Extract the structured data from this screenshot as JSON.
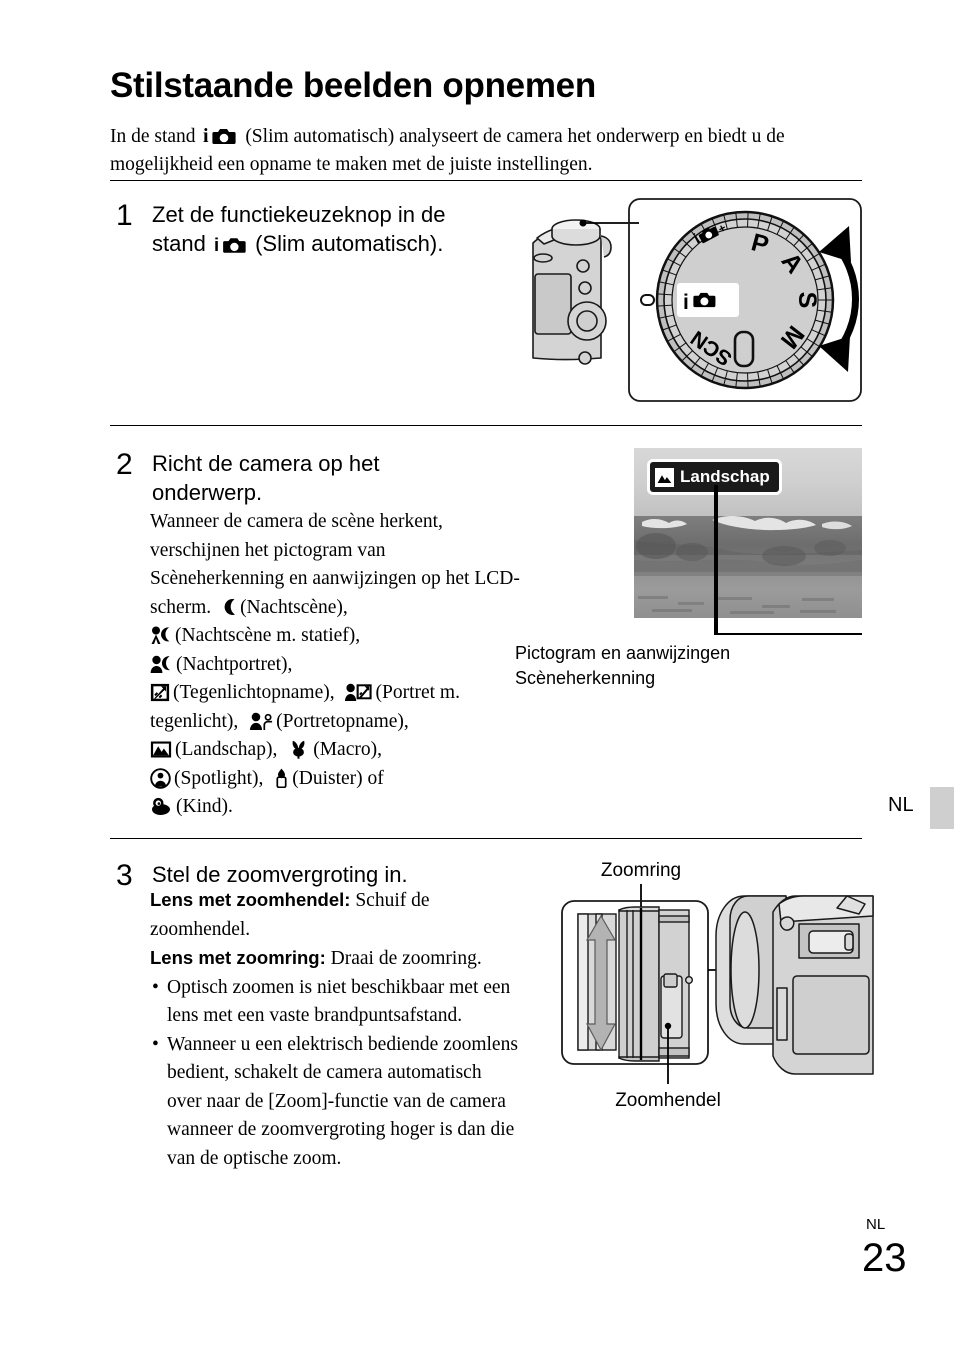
{
  "document": {
    "language_tab": "NL",
    "folio_language": "NL",
    "page_number": "23"
  },
  "heading": {
    "title": "Stilstaande beelden opnemen",
    "intro_before_icon": "In de stand",
    "intro_icon": "intelligent-auto-icon",
    "intro_after_icon": "(Slim automatisch) analyseert de camera het onderwerp en biedt u de mogelijkheid een opname te maken met de juiste instellingen."
  },
  "steps": [
    {
      "number": "1",
      "heading_line1": "Zet de functiekeuzeknop in de",
      "heading_line2_before": "stand",
      "heading_icon": "intelligent-auto-icon",
      "heading_line2_after": "(Slim automatisch).",
      "figure": {
        "name": "mode-dial-figure",
        "dial_labels": [
          "P",
          "A",
          "S",
          "M",
          "panorama",
          "SCN",
          "iA+",
          "iA"
        ],
        "selected_mode": "iA"
      }
    },
    {
      "number": "2",
      "heading_line1": "Richt de camera op het",
      "heading_line2": "onderwerp.",
      "body": "Wanneer de camera de scène herkent, verschijnen het pictogram van Scèneherkenning en aanwijzingen op het LCD-scherm.",
      "scene_modes": [
        {
          "icon": "night-scene-icon",
          "label": "(Nachtscène),"
        },
        {
          "icon": "night-scene-tripod-icon",
          "label": "(Nachtscène m. statief),"
        },
        {
          "icon": "night-portrait-icon",
          "label": "(Nachtportret),"
        },
        {
          "icon": "backlight-icon",
          "label": "(Tegenlichtopname),"
        },
        {
          "icon": "backlight-portrait-icon",
          "label": "(Portret m. tegenlicht),"
        },
        {
          "icon": "portrait-icon",
          "label": "(Portretopname),"
        },
        {
          "icon": "landscape-icon",
          "label": "(Landschap),"
        },
        {
          "icon": "macro-icon",
          "label": "(Macro),"
        },
        {
          "icon": "spotlight-icon",
          "label": "(Spotlight),"
        },
        {
          "icon": "low-light-icon",
          "label": "(Duister) of"
        },
        {
          "icon": "child-icon",
          "label": "(Kind)."
        }
      ],
      "figure": {
        "name": "lcd-scene-recognition-figure",
        "badge_icon": "landscape-icon",
        "badge_label": "Landschap",
        "caption_line1": "Pictogram en aanwijzingen",
        "caption_line2": "Scèneherkenning"
      }
    },
    {
      "number": "3",
      "heading": "Stel de zoomvergroting in.",
      "lever_label": "Lens met zoomhendel:",
      "lever_text": "Schuif de zoomhendel.",
      "ring_label": "Lens met zoomring:",
      "ring_text": "Draai de zoomring.",
      "bullets": [
        "Optisch zoomen is niet beschikbaar met een lens met een vaste brandpuntsafstand.",
        "Wanneer u een elektrisch bediende zoomlens bedient, schakelt de camera automatisch over naar de [Zoom]-functie van de camera wanneer de zoomvergroting hoger is dan die van de optische zoom."
      ],
      "figure": {
        "name": "zoom-ring-lever-figure",
        "callout_top": "Zoomring",
        "callout_bottom": "Zoomhendel"
      }
    }
  ],
  "colors": {
    "ink": "#000000",
    "tab_gray": "#cfcfcf",
    "illustration_fill": "#d4d4d4"
  }
}
